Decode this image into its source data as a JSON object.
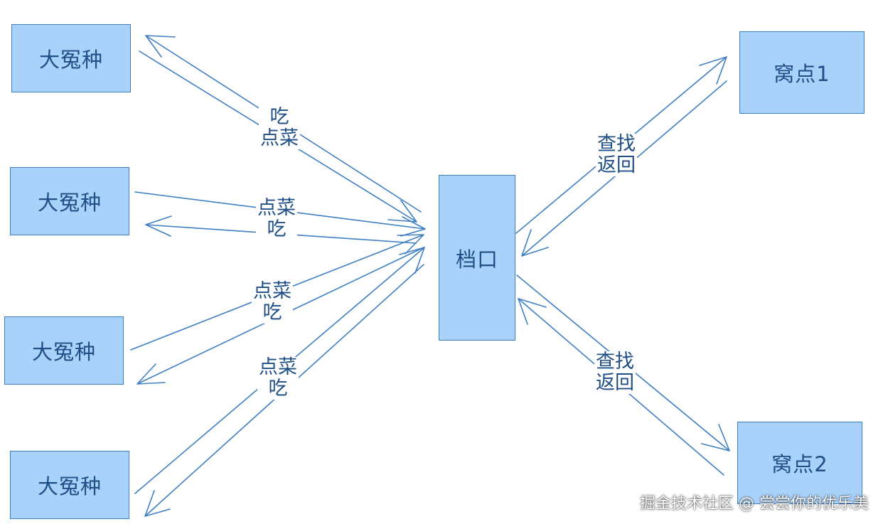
{
  "nodes": {
    "customer_1": "大冤种",
    "customer_2": "大冤种",
    "customer_3": "大冤种",
    "customer_4": "大冤种",
    "stall": "档口",
    "kitchen_1": "窝点1",
    "kitchen_2": "窝点2"
  },
  "edges": {
    "c1": {
      "line1": "吃",
      "line2": "点菜"
    },
    "c2": {
      "line1": "点菜",
      "line2": "吃"
    },
    "c3": {
      "line1": "点菜",
      "line2": "吃"
    },
    "c4": {
      "line1": "点菜",
      "line2": "吃"
    },
    "k1": {
      "line1": "查找",
      "line2": "返回"
    },
    "k2": {
      "line1": "查找",
      "line2": "返回"
    }
  },
  "watermark": "掘金技术社区 @ 尝尝你的优乐美",
  "colors": {
    "node_fill": "#a9d2fb",
    "node_border": "#3c7ec1",
    "arrow": "#3f7fc4",
    "text": "#1f4f86"
  }
}
